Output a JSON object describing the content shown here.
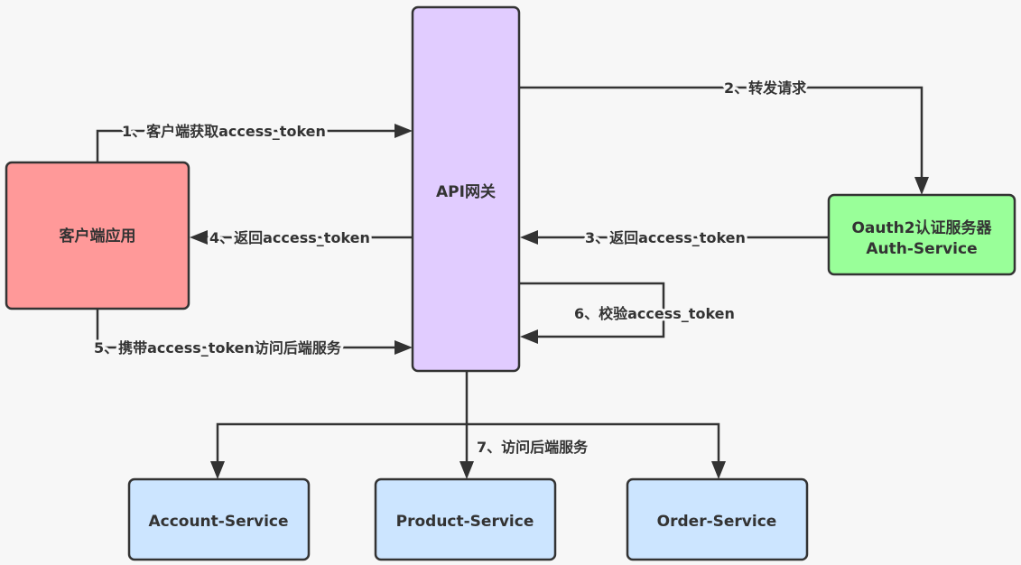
{
  "nodes": {
    "client": {
      "label": "客户端应用",
      "color": "#ff9999"
    },
    "gateway": {
      "label": "API网关",
      "color": "#e1ccff"
    },
    "auth": {
      "label_line1": "Oauth2认证服务器",
      "label_line2": "Auth-Service",
      "color": "#99ff99"
    },
    "account": {
      "label": "Account-Service",
      "color": "#cce5ff"
    },
    "product": {
      "label": "Product-Service",
      "color": "#cce5ff"
    },
    "order": {
      "label": "Order-Service",
      "color": "#cce5ff"
    }
  },
  "edges": {
    "e1": "1、客户端获取access_token",
    "e2": "2、转发请求",
    "e3": "3、返回access_token",
    "e4": "4、返回access_token",
    "e5": "5、携带access_token访问后端服务",
    "e6": "6、校验access_token",
    "e7": "7、访问后端服务"
  }
}
